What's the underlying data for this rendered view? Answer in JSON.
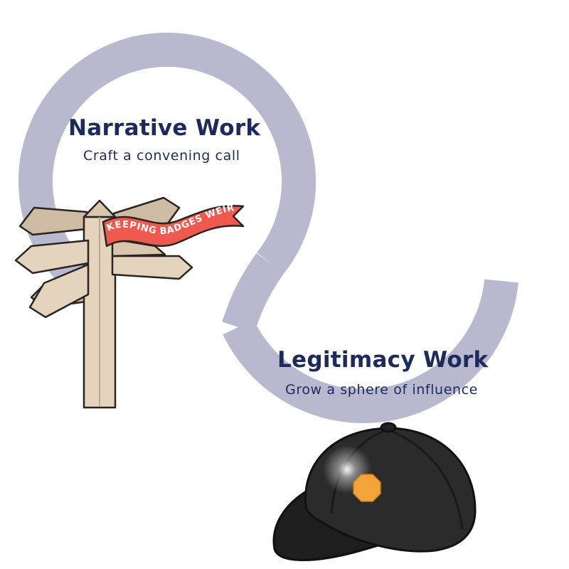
{
  "narrative": {
    "title": "Narrative Work",
    "subtitle": "Craft a convening call"
  },
  "legitimacy": {
    "title": "Legitimacy Work",
    "subtitle": "Grow a sphere of influence"
  },
  "signpost": {
    "banner_text": "KEEPING BADGES WEIRD"
  },
  "colors": {
    "loop": "#b8b9cf",
    "heading": "#1c2a5c",
    "banner": "#ee5a4f",
    "wood": "#e4d3bd",
    "cap": "#2b2b2b",
    "badge": "#f2a33a"
  }
}
